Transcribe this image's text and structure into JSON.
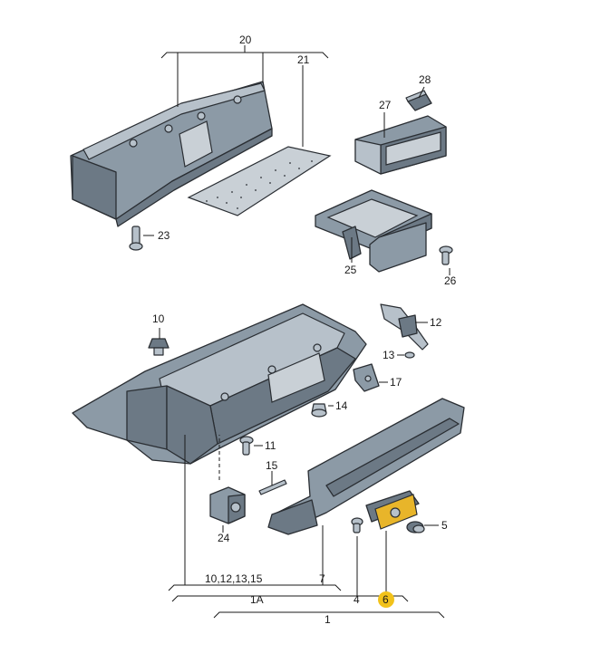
{
  "labels": {
    "l20": "20",
    "l21": "21",
    "l28": "28",
    "l27": "27",
    "l23": "23",
    "l25": "25",
    "l26": "26",
    "l10": "10",
    "l12": "12",
    "l13": "13",
    "l17": "17",
    "l14": "14",
    "l11": "11",
    "l15": "15",
    "l24": "24",
    "l5": "5",
    "l7": "7",
    "l4": "4",
    "l6": "6",
    "l1A": "1A",
    "l1": "1",
    "group": "10,12,13,15"
  },
  "colors": {
    "highlight": "#f2c21a",
    "part_fill": "#8c9aa6",
    "outline": "#2a2e33"
  }
}
